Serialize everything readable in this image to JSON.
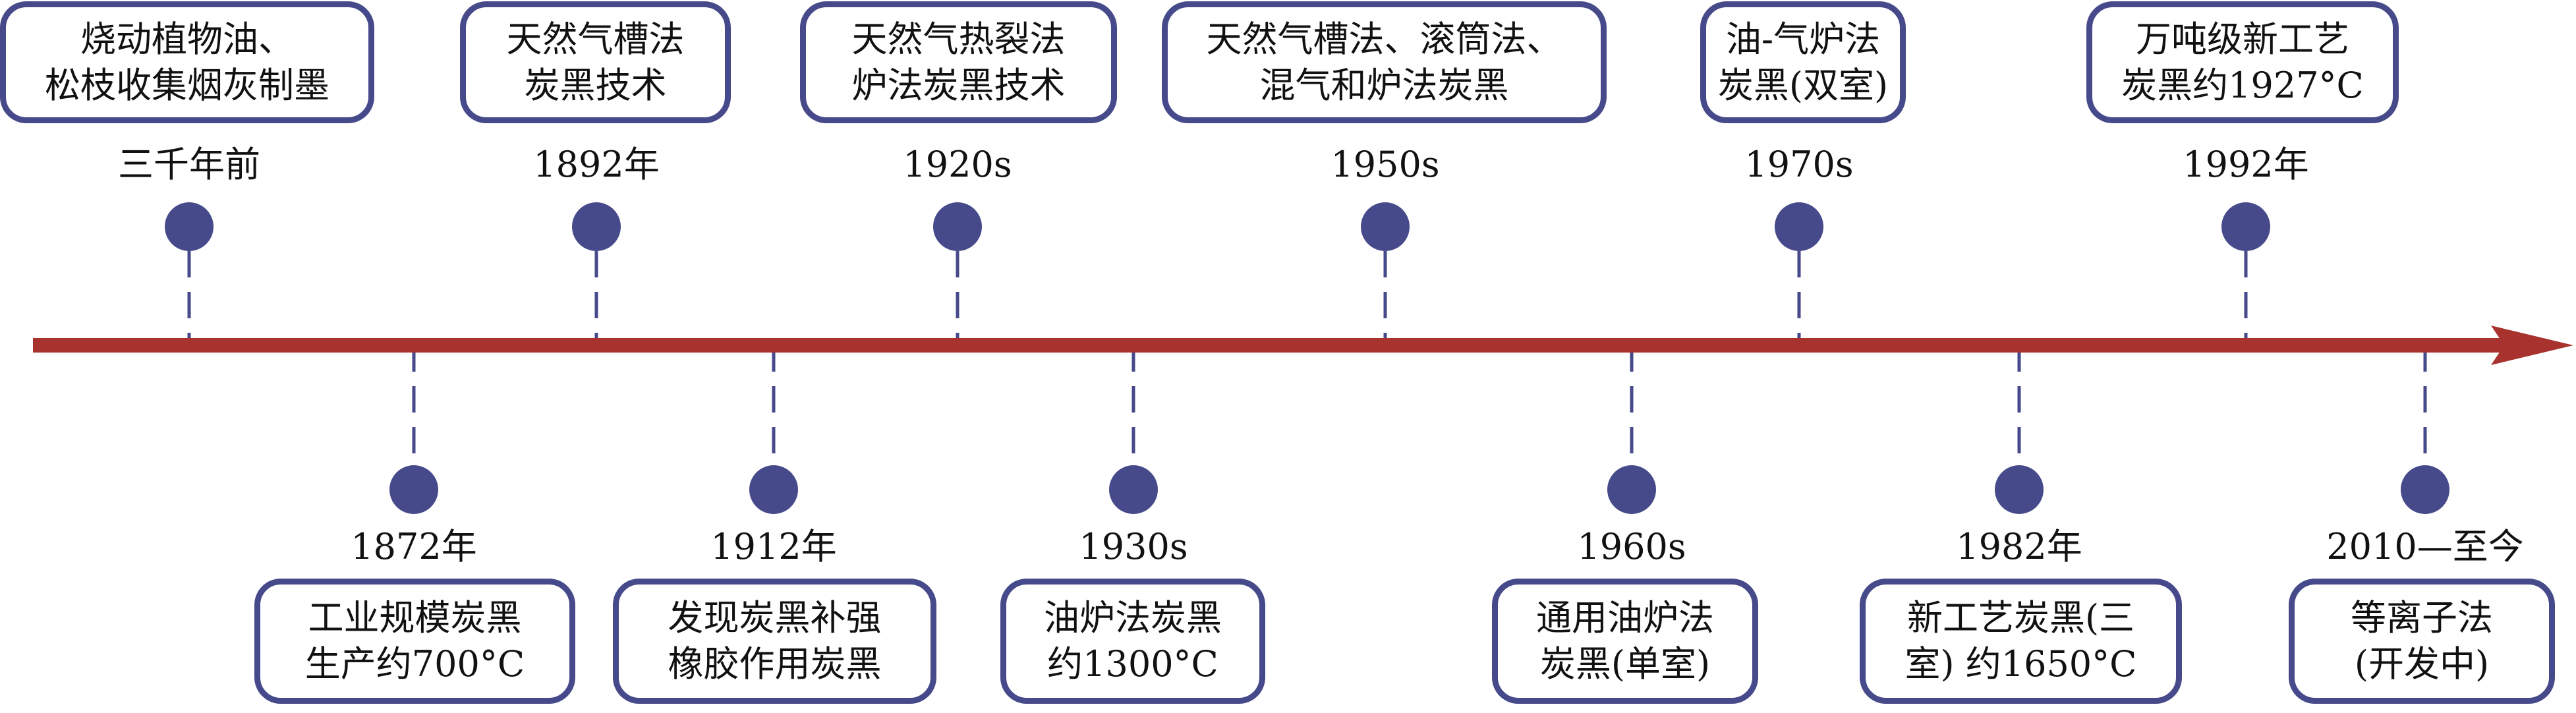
{
  "title": "炭黑生产技术发展时间轴",
  "colors": {
    "axis": "#A8322D",
    "marker": "#474A8A"
  },
  "top_events": [
    {
      "date": "三千年前",
      "text": "烧动植物油、\n松枝收集烟灰制墨"
    },
    {
      "date": "1892年",
      "text": "天然气槽法\n炭黑技术"
    },
    {
      "date": "1920s",
      "text": "天然气热裂法\n炉法炭黑技术"
    },
    {
      "date": "1950s",
      "text": "天然气槽法、滚筒法、\n混气和炉法炭黑"
    },
    {
      "date": "1970s",
      "text": "油-气炉法\n炭黑(双室)"
    },
    {
      "date": "1992年",
      "text": "万吨级新工艺\n炭黑约1927°C"
    }
  ],
  "bottom_events": [
    {
      "date": "1872年",
      "text": "工业规模炭黑\n生产约700°C"
    },
    {
      "date": "1912年",
      "text": "发现炭黑补强\n橡胶作用炭黑"
    },
    {
      "date": "1930s",
      "text": "油炉法炭黑\n约1300°C"
    },
    {
      "date": "1960s",
      "text": "通用油炉法\n炭黑(单室)"
    },
    {
      "date": "1982年",
      "text": "新工艺炭黑(三\n室) 约1650°C"
    },
    {
      "date": "2010—至今",
      "text": "等离子法\n(开发中)"
    }
  ]
}
